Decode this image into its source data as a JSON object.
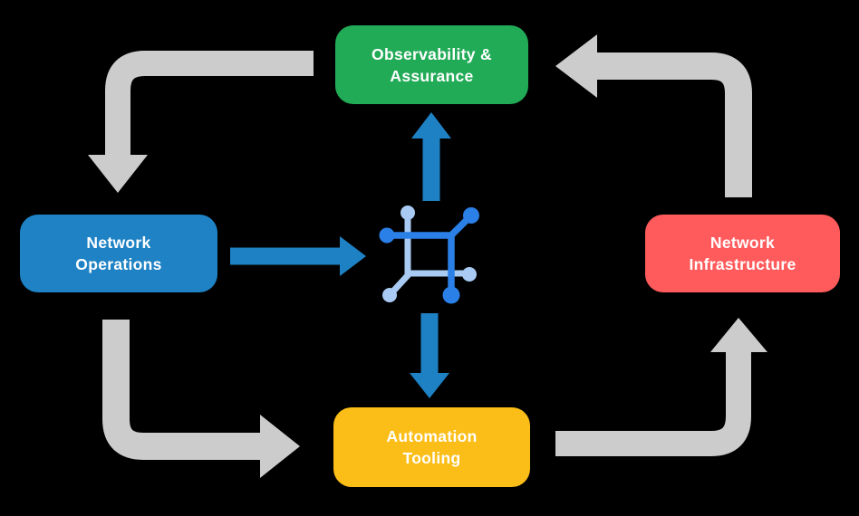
{
  "diagram": {
    "background": "#000000",
    "nodes": {
      "observability": {
        "line1": "Observability &",
        "line2": "Assurance",
        "color": "#22AB57"
      },
      "operations": {
        "line1": "Network",
        "line2": "Operations",
        "color": "#1E82C4"
      },
      "infrastructure": {
        "line1": "Network",
        "line2": "Infrastructure",
        "color": "#FF5B5C"
      },
      "automation": {
        "line1": "Automation",
        "line2": "Tooling",
        "color": "#FBBD17"
      }
    },
    "center_icon": "network-fabric-icon",
    "edges": [
      {
        "from": "observability",
        "to": "operations",
        "style": "gray-cycle"
      },
      {
        "from": "operations",
        "to": "automation",
        "style": "gray-cycle"
      },
      {
        "from": "automation",
        "to": "infrastructure",
        "style": "gray-cycle"
      },
      {
        "from": "infrastructure",
        "to": "observability",
        "style": "gray-cycle"
      },
      {
        "from": "operations",
        "to": "center-icon",
        "style": "blue"
      },
      {
        "from": "center-icon",
        "to": "observability",
        "style": "blue"
      },
      {
        "from": "center-icon",
        "to": "automation",
        "style": "blue"
      }
    ],
    "colors": {
      "arrow_gray": "#CCCCCC",
      "arrow_blue": "#1E81C4",
      "icon_dark_blue": "#2B80E8",
      "icon_light_blue": "#A9CBF3",
      "text": "#FFFFFF"
    }
  }
}
